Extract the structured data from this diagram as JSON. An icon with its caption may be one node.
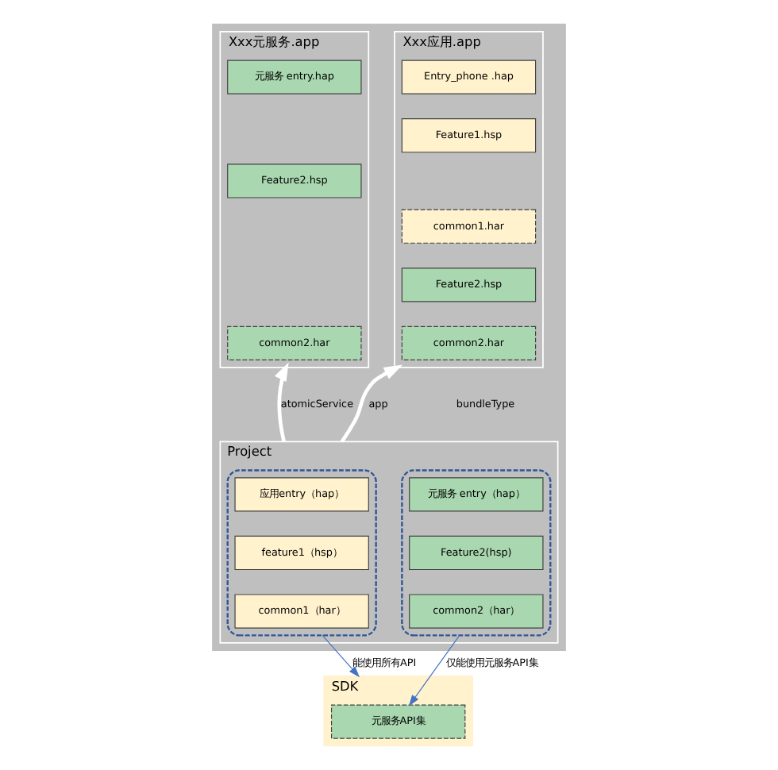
{
  "diagram": {
    "nodes": [
      {
        "text": [],
        "shape": "box"
      },
      {
        "text": [
          "Xxx应用.app"
        ],
        "in": 0
      },
      {
        "text": [
          "Entry_phone .hap"
        ],
        "in": 1
      },
      {
        "text": [
          "Feature1.hsp"
        ],
        "in": 1
      },
      {
        "text": [
          "common1.har"
        ],
        "in": 1
      },
      {
        "text": [
          "Feature2.hsp"
        ],
        "in": 1
      },
      {
        "text": [
          "common2.har"
        ],
        "in": 1
      },
      {
        "text": [
          "Xxx元服务.app"
        ],
        "in": 0
      },
      {
        "text": [
          "元服务 entry.hap"
        ],
        "in": 7
      },
      {
        "text": [
          "Feature2.hsp"
        ],
        "in": 7
      },
      {
        "text": [
          "common2.har"
        ],
        "in": 7
      },
      {
        "text": [
          "Project"
        ],
        "in": 0
      },
      {
        "text": [],
        "shape": "box",
        "in": 11
      },
      {
        "text": [
          "应用entry（hap）"
        ],
        "in": 12
      },
      {
        "text": [
          "feature1（hsp）"
        ],
        "in": 12
      },
      {
        "text": [
          "common1（har）"
        ],
        "in": 12
      },
      {
        "text": [],
        "shape": "box",
        "in": 11
      },
      {
        "text": [
          "元服务 entry（hap）"
        ],
        "in": 16
      },
      {
        "text": [
          "Feature2(hsp)"
        ],
        "in": 16
      },
      {
        "text": [
          "common2（har）"
        ],
        "in": 16
      },
      {
        "text": [
          "SDK"
        ]
      },
      {
        "text": [
          "元服务API集"
        ],
        "in": 20
      }
    ],
    "edges": [
      {
        "from": 11,
        "to": 1,
        "arrow": "to",
        "label": "app",
        "style": "thick"
      },
      {
        "from": 11,
        "to": 7,
        "arrow": "to",
        "label": "atomicService",
        "style": "thick"
      },
      {
        "from": 12,
        "to": 20,
        "arrow": "to",
        "label": "能使用所有API",
        "color": "#4472c4"
      },
      {
        "from": 16,
        "to": 21,
        "arrow": "to",
        "label": "仅能使用元服务API集",
        "color": "#4472c4"
      }
    ],
    "labels": [
      "bundleType"
    ]
  }
}
